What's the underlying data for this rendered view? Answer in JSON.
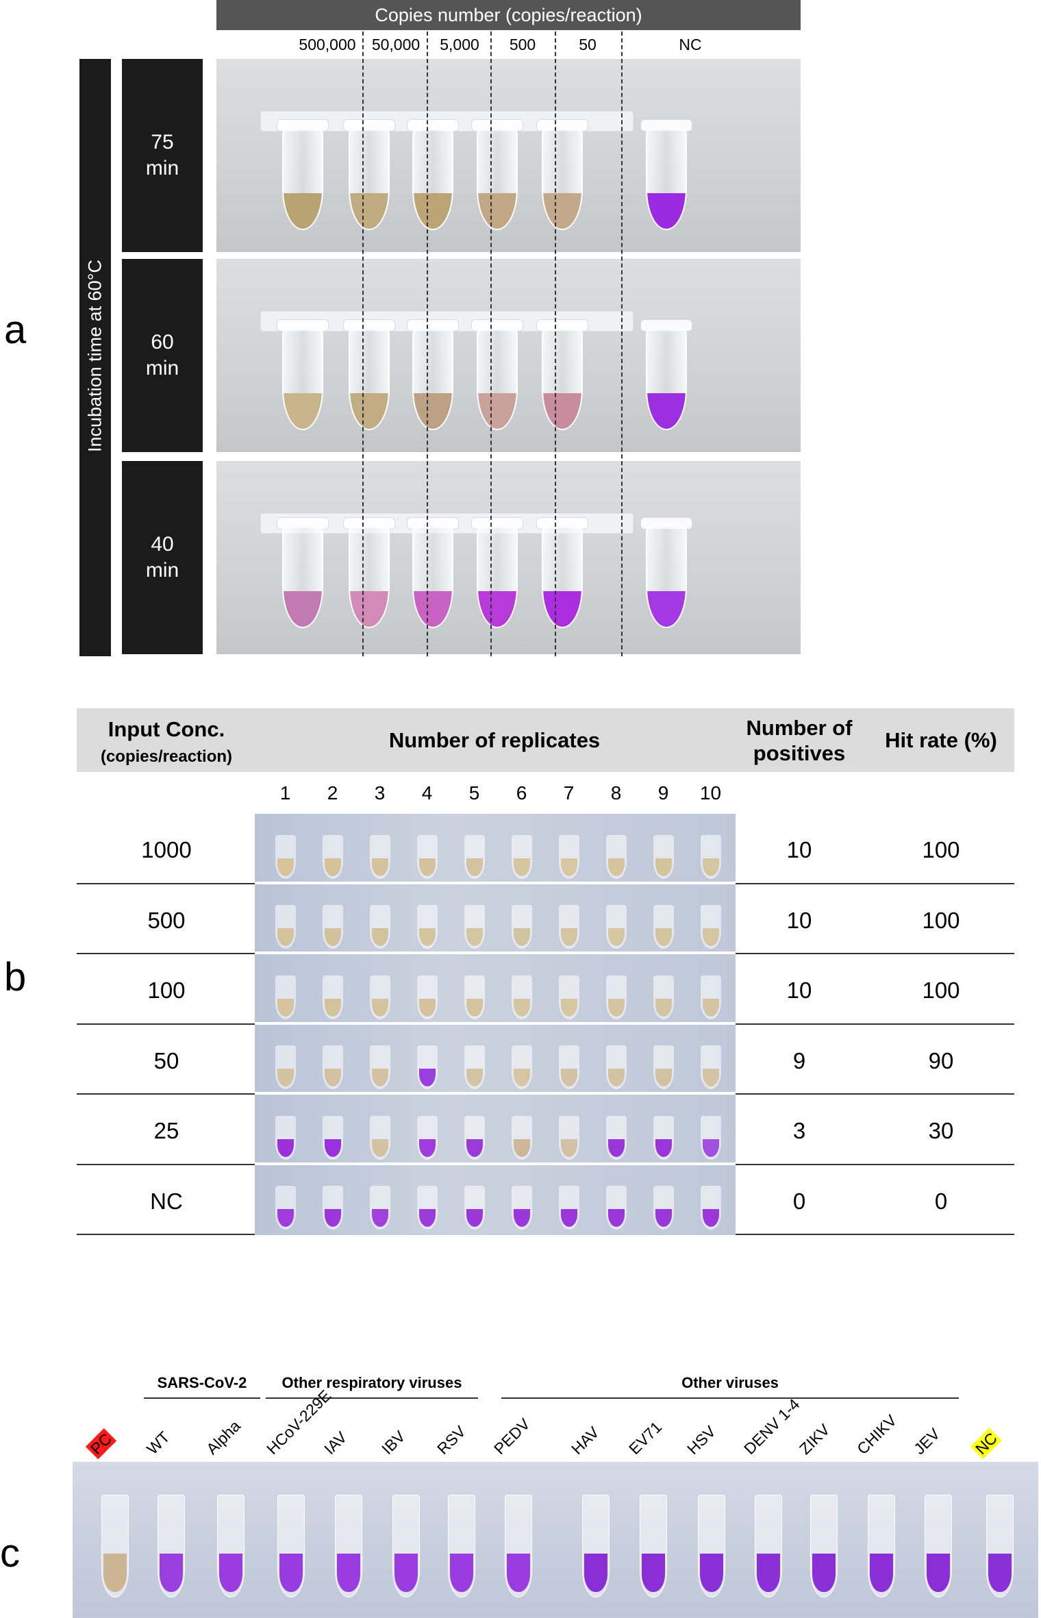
{
  "panel_a": {
    "letter": "a",
    "header": "Copies number (copies/reaction)",
    "columns": [
      "500,000",
      "50,000",
      "5,000",
      "500",
      "50",
      "NC"
    ],
    "side_label": "Incubation time at 60°C",
    "rows": [
      {
        "time": "75\nmin",
        "colors": [
          "#b9a373",
          "#c1ab80",
          "#bca474",
          "#c1a785",
          "#c4a88c",
          "#9a2be0"
        ]
      },
      {
        "time": "60\nmin",
        "colors": [
          "#c9b58c",
          "#c2ac84",
          "#bda184",
          "#c9a39b",
          "#c78d9f",
          "#9c2fe0"
        ]
      },
      {
        "time": "40\nmin",
        "colors": [
          "#c27ab2",
          "#d28ab8",
          "#c863c3",
          "#b83ad8",
          "#ab2ee0",
          "#a43ae4"
        ]
      }
    ]
  },
  "panel_b": {
    "letter": "b",
    "header": {
      "input_conc": "Input Conc.",
      "input_conc_unit": "(copies/reaction)",
      "replicates": "Number of replicates",
      "positives": "Number of\npositives",
      "hit_rate": "Hit rate (%)"
    },
    "replicate_numbers": [
      "1",
      "2",
      "3",
      "4",
      "5",
      "6",
      "7",
      "8",
      "9",
      "10"
    ],
    "rows": [
      {
        "conc": "1000",
        "positives": "10",
        "hit_rate": "100",
        "colors": [
          "#d8c49a",
          "#d6c29a",
          "#d5c39d",
          "#d4c29c",
          "#d3c39f",
          "#d6c59e",
          "#d8c7a2",
          "#d7c39c",
          "#d5c39d",
          "#d6c5a2"
        ]
      },
      {
        "conc": "500",
        "positives": "10",
        "hit_rate": "100",
        "colors": [
          "#d5c39d",
          "#d3c19b",
          "#d2c29e",
          "#d4c4a0",
          "#d5c5a1",
          "#d3c4a1",
          "#d5c6a3",
          "#d6c6a2",
          "#d4c4a0",
          "#d5c5a3"
        ]
      },
      {
        "conc": "100",
        "positives": "10",
        "hit_rate": "100",
        "colors": [
          "#d6c49c",
          "#d4c29a",
          "#d3c39e",
          "#d5c3a0",
          "#d4c49f",
          "#d5c5a0",
          "#d6c6a2",
          "#d5c4a0",
          "#d4c4a1",
          "#d5c4a2"
        ]
      },
      {
        "conc": "50",
        "positives": "9",
        "hit_rate": "90",
        "colors": [
          "#d4c3a3",
          "#d2c2a3",
          "#d3c3a4",
          "#9a3ee0",
          "#d4c4a6",
          "#d5c5a5",
          "#d3c3a4",
          "#d4c3a3",
          "#d2c2a3",
          "#d4c4a5"
        ]
      },
      {
        "conc": "25",
        "positives": "3",
        "hit_rate": "30",
        "colors": [
          "#9b30dc",
          "#9931dc",
          "#d3c2a2",
          "#9e3cdd",
          "#9b3ad9",
          "#cfb59a",
          "#d4c0a4",
          "#9836d8",
          "#9c34dc",
          "#a24fe0"
        ]
      },
      {
        "conc": "NC",
        "positives": "0",
        "hit_rate": "0",
        "colors": [
          "#a03bdc",
          "#9d37da",
          "#a040dd",
          "#9c3bda",
          "#9c38da",
          "#9a36da",
          "#9b37da",
          "#9a36da",
          "#9937da",
          "#9a37da"
        ]
      }
    ]
  },
  "panel_c": {
    "letter": "c",
    "groups": [
      "SARS-CoV-2",
      "Other respiratory viruses",
      "Other viruses"
    ],
    "samples": [
      {
        "label": "PC",
        "highlight": "#ff1a1a",
        "color": "#ccb592"
      },
      {
        "label": "WT",
        "highlight": "",
        "color": "#9a3ee0"
      },
      {
        "label": "Alpha",
        "highlight": "",
        "color": "#9a3ce0"
      },
      {
        "label": "HCoV-229E",
        "highlight": "",
        "color": "#9a3be0"
      },
      {
        "label": "IAV",
        "highlight": "",
        "color": "#9a3ce0"
      },
      {
        "label": "IBV",
        "highlight": "",
        "color": "#9a3ce0"
      },
      {
        "label": "RSV",
        "highlight": "",
        "color": "#9b3ce0"
      },
      {
        "label": "PEDV",
        "highlight": "",
        "color": "#9b3ce0"
      },
      {
        "label": "HAV",
        "highlight": "",
        "color": "#8a2fd8"
      },
      {
        "label": "EV71",
        "highlight": "",
        "color": "#8a2fd8"
      },
      {
        "label": "HSV",
        "highlight": "",
        "color": "#8b30d8"
      },
      {
        "label": "DENV 1-4",
        "highlight": "",
        "color": "#8b30d8"
      },
      {
        "label": "ZIKV",
        "highlight": "",
        "color": "#8a2fd8"
      },
      {
        "label": "CHIKV",
        "highlight": "",
        "color": "#8a2fd8"
      },
      {
        "label": "JEV",
        "highlight": "",
        "color": "#8a2fd8"
      },
      {
        "label": "NC",
        "highlight": "#ffff1a",
        "color": "#8a30d8"
      }
    ]
  }
}
